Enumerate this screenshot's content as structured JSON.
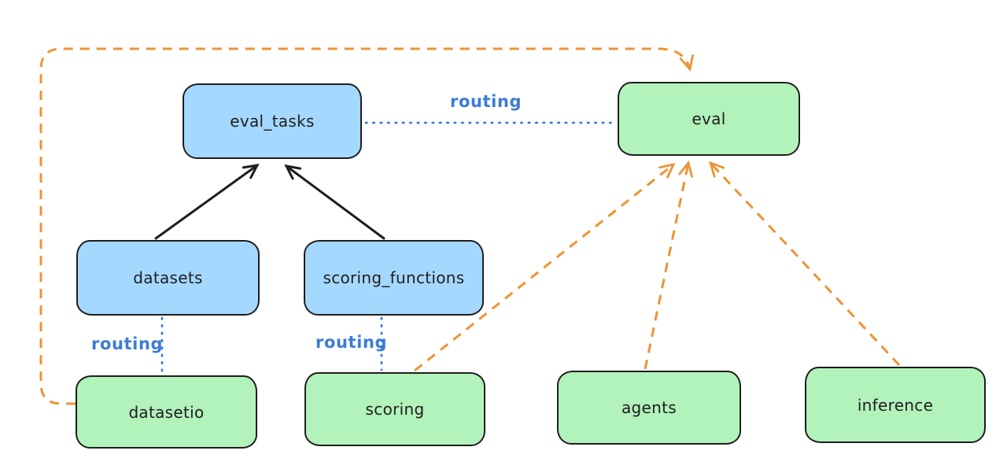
{
  "diagram": {
    "nodes": [
      {
        "id": "eval_tasks",
        "label": "eval_tasks",
        "fill": "#a5d8ff"
      },
      {
        "id": "eval",
        "label": "eval",
        "fill": "#b2f2bb"
      },
      {
        "id": "datasets",
        "label": "datasets",
        "fill": "#a5d8ff"
      },
      {
        "id": "scoring_functions",
        "label": "scoring_functions",
        "fill": "#a5d8ff"
      },
      {
        "id": "datasetio",
        "label": "datasetio",
        "fill": "#b2f2bb"
      },
      {
        "id": "scoring",
        "label": "scoring",
        "fill": "#b2f2bb"
      },
      {
        "id": "agents",
        "label": "agents",
        "fill": "#b2f2bb"
      },
      {
        "id": "inference",
        "label": "inference",
        "fill": "#b2f2bb"
      }
    ],
    "edges": [
      {
        "from": "datasets",
        "to": "eval_tasks",
        "style": "solid",
        "color": "#1e1e1e",
        "arrow": true,
        "label": ""
      },
      {
        "from": "scoring_functions",
        "to": "eval_tasks",
        "style": "solid",
        "color": "#1e1e1e",
        "arrow": true,
        "label": ""
      },
      {
        "from": "eval_tasks",
        "to": "eval",
        "style": "dotted",
        "color": "#3b7cd6",
        "arrow": false,
        "label": "routing"
      },
      {
        "from": "datasets",
        "to": "datasetio",
        "style": "dotted",
        "color": "#3b7cd6",
        "arrow": false,
        "label": "routing"
      },
      {
        "from": "scoring_functions",
        "to": "scoring",
        "style": "dotted",
        "color": "#3b7cd6",
        "arrow": false,
        "label": "routing"
      },
      {
        "from": "scoring",
        "to": "eval",
        "style": "dashed",
        "color": "#ec9434",
        "arrow": true,
        "label": ""
      },
      {
        "from": "agents",
        "to": "eval",
        "style": "dashed",
        "color": "#ec9434",
        "arrow": true,
        "label": ""
      },
      {
        "from": "inference",
        "to": "eval",
        "style": "dashed",
        "color": "#ec9434",
        "arrow": true,
        "label": ""
      },
      {
        "from": "datasetio",
        "to": "eval",
        "style": "dashed",
        "color": "#ec9434",
        "arrow": true,
        "label": "",
        "route": "left-top-loop"
      }
    ],
    "colors": {
      "background": "#ffffff",
      "node_stroke": "#1e1e1e",
      "blue_node_fill": "#a5d8ff",
      "green_node_fill": "#b2f2bb",
      "routing_blue": "#3b7cd6",
      "orange_dashed": "#ec9434",
      "black_arrow": "#1e1e1e"
    }
  }
}
